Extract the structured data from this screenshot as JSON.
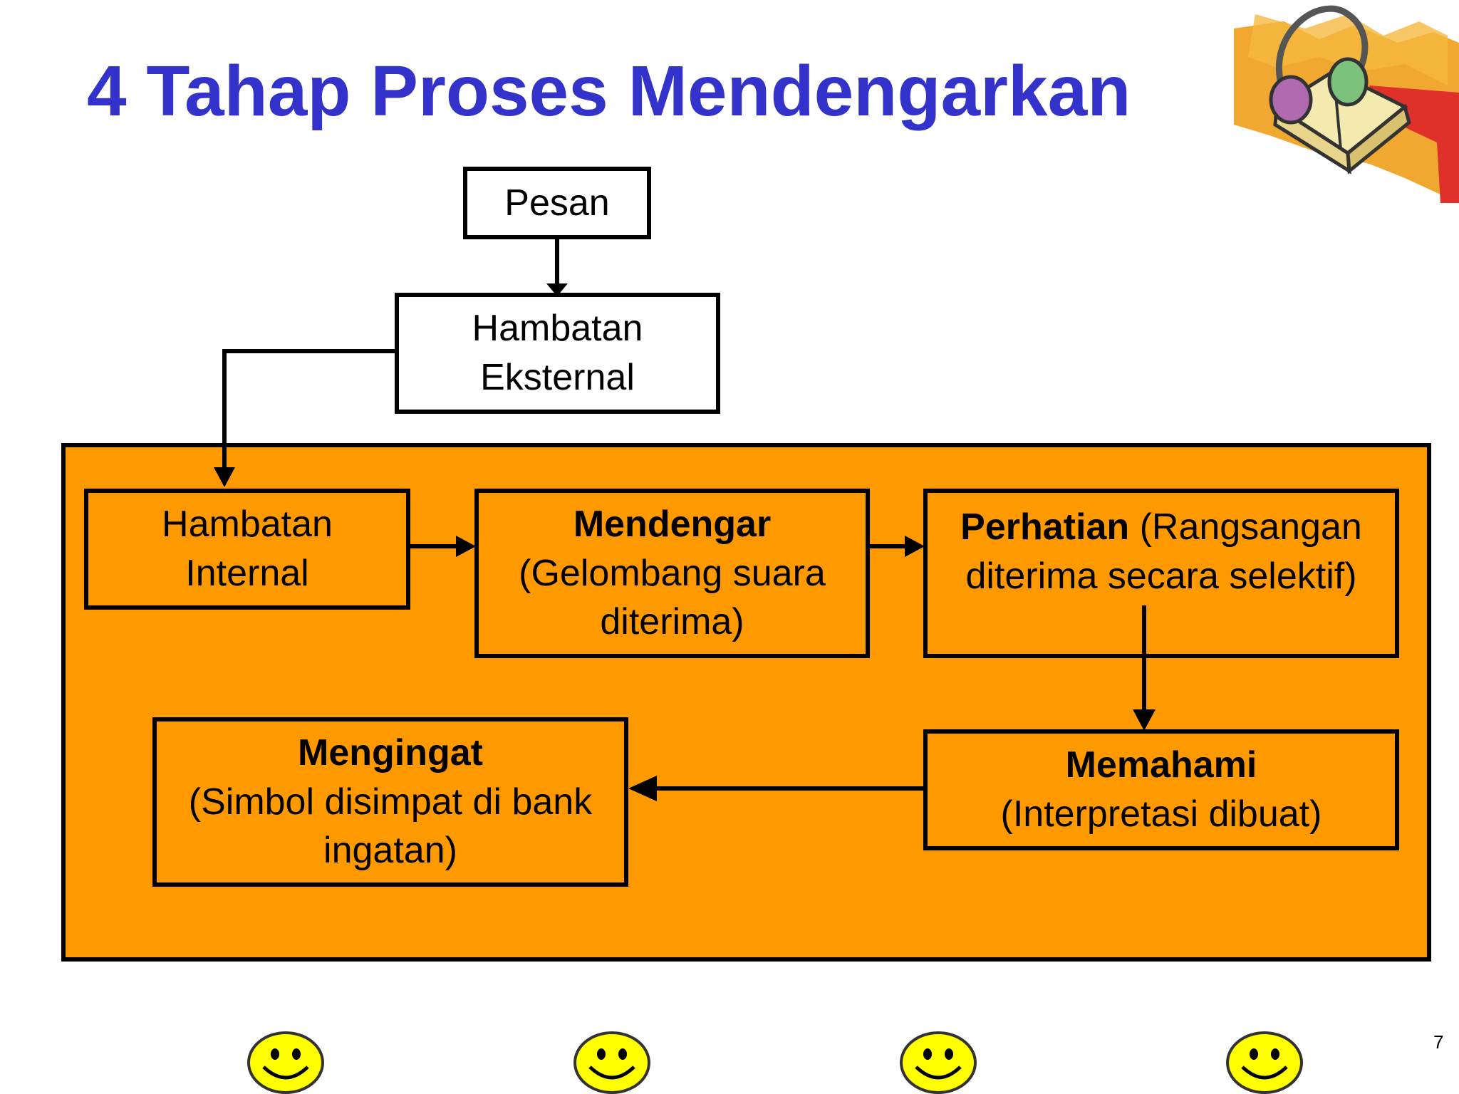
{
  "slide": {
    "title": "4 Tahap Proses Mendengarkan",
    "page_number": "7"
  },
  "diagram": {
    "pesan": "Pesan",
    "hambatan_eksternal": {
      "line1": "Hambatan",
      "line2": "Eksternal"
    },
    "hambatan_internal": {
      "line1": "Hambatan",
      "line2": "Internal"
    },
    "mendengar": {
      "heading": "Mendengar",
      "line1": "(Gelombang suara",
      "line2": "diterima)"
    },
    "perhatian": {
      "heading": "Perhatian",
      "heading_rest": " (Rangsangan",
      "line2": "diterima secara selektif)"
    },
    "memahami": {
      "heading": "Memahami",
      "line1": "(Interpretasi dibuat)"
    },
    "mengingat": {
      "heading": "Mengingat",
      "line1": "(Simbol disimpat di bank",
      "line2": "ingatan)"
    }
  },
  "colors": {
    "title": "#3333cc",
    "panel": "#ff9900",
    "box_border": "#000000",
    "smiley": "#ffff00"
  },
  "icons": {
    "logo": "book-headphones-icon",
    "footer": [
      "smiley-icon",
      "smiley-icon",
      "smiley-icon",
      "smiley-icon"
    ]
  }
}
